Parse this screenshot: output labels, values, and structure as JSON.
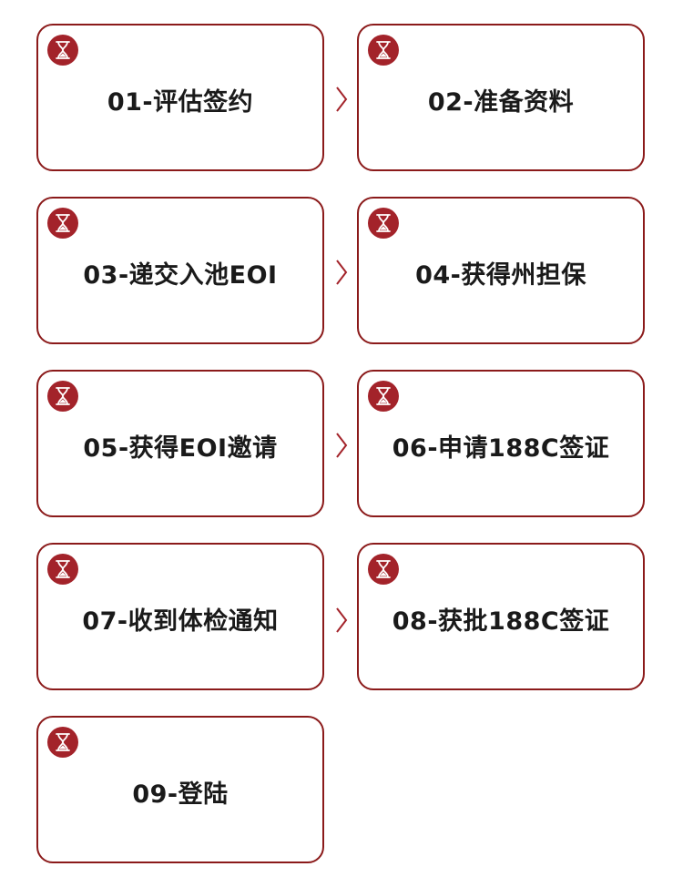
{
  "colors": {
    "border": "#8b1a1a",
    "badge": "#a3232a",
    "text": "#1a1a1a",
    "arrow": "#a3232a"
  },
  "steps": [
    {
      "label": "01-评估签约",
      "icon": "hourglass-icon"
    },
    {
      "label": "02-准备资料",
      "icon": "hourglass-icon"
    },
    {
      "label": "03-递交入池EOI",
      "icon": "hourglass-icon"
    },
    {
      "label": "04-获得州担保",
      "icon": "hourglass-icon"
    },
    {
      "label": "05-获得EOI邀请",
      "icon": "hourglass-icon"
    },
    {
      "label": "06-申请188C签证",
      "icon": "hourglass-icon"
    },
    {
      "label": "07-收到体检通知",
      "icon": "hourglass-icon"
    },
    {
      "label": "08-获批188C签证",
      "icon": "hourglass-icon"
    },
    {
      "label": "09-登陆",
      "icon": "hourglass-icon"
    }
  ],
  "connector_icon": "chevron-right-icon"
}
